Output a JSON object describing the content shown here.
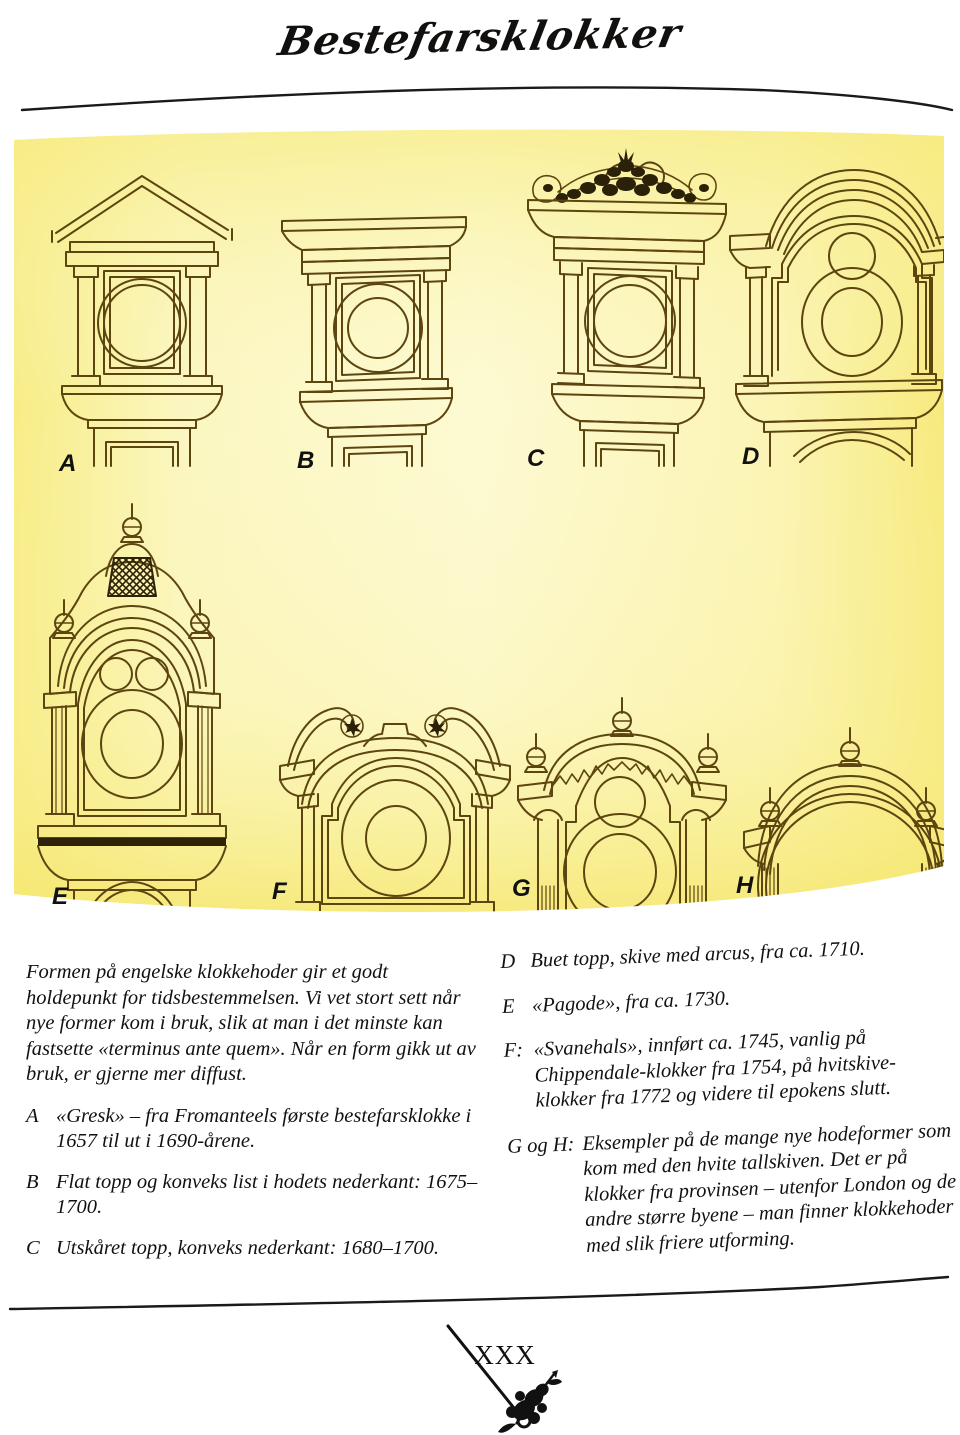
{
  "header": {
    "title": "Bestefarsklokker"
  },
  "plate": {
    "caption_labels": [
      "A",
      "B",
      "C",
      "D",
      "E",
      "F",
      "G",
      "H"
    ],
    "background_color": "#f9f2a8",
    "line_color": "#6b4f12",
    "label_color": "#111111",
    "figures": [
      {
        "label": "A",
        "name": "gresk-pediment-clock-head"
      },
      {
        "label": "B",
        "name": "flat-top-clock-head"
      },
      {
        "label": "C",
        "name": "carved-crest-clock-head"
      },
      {
        "label": "D",
        "name": "arched-top-clock-head"
      },
      {
        "label": "E",
        "name": "pagoda-clock-head"
      },
      {
        "label": "F",
        "name": "swan-neck-clock-head"
      },
      {
        "label": "G",
        "name": "provincial-arched-clock-head"
      },
      {
        "label": "H",
        "name": "round-dial-clock-head"
      }
    ]
  },
  "left_column": {
    "intro": "Formen på engelske klokkehoder gir et godt holdepunkt for tidsbestemmelsen. Vi vet stort sett når nye former kom i bruk, slik at man i det minste kan fastsette «terminus ante quem». Når en form gikk ut av bruk, er gjerne mer diffust.",
    "items": [
      {
        "key": "A",
        "text": "«Gresk» – fra Fromanteels første bestefarsklokke i 1657 til ut i 1690-årene."
      },
      {
        "key": "B",
        "text": "Flat topp og konveks list i hodets nederkant: 1675–1700."
      },
      {
        "key": "C",
        "text": "Utskåret topp, konveks nederkant: 1680–1700."
      }
    ]
  },
  "right_column": {
    "items": [
      {
        "key": "D",
        "text": "Buet topp, skive med arcus, fra ca. 1710."
      },
      {
        "key": "E",
        "text": "«Pagode», fra ca. 1730."
      },
      {
        "key": "F:",
        "text": "«Svanehals», innført ca. 1745, vanlig på Chippendale-klokker fra 1754, på hvitskive-klokker fra 1772 og videre til epokens slutt."
      },
      {
        "key": "G og H:",
        "text": "Eksempler på de mange nye hodeformer som kom med den hvite tallskiven. Det er på klokker fra provinsen – utenfor London og de andre større byene – man finner klokkehoder med slik friere utforming."
      }
    ]
  },
  "footer": {
    "page_number": "XXX"
  }
}
